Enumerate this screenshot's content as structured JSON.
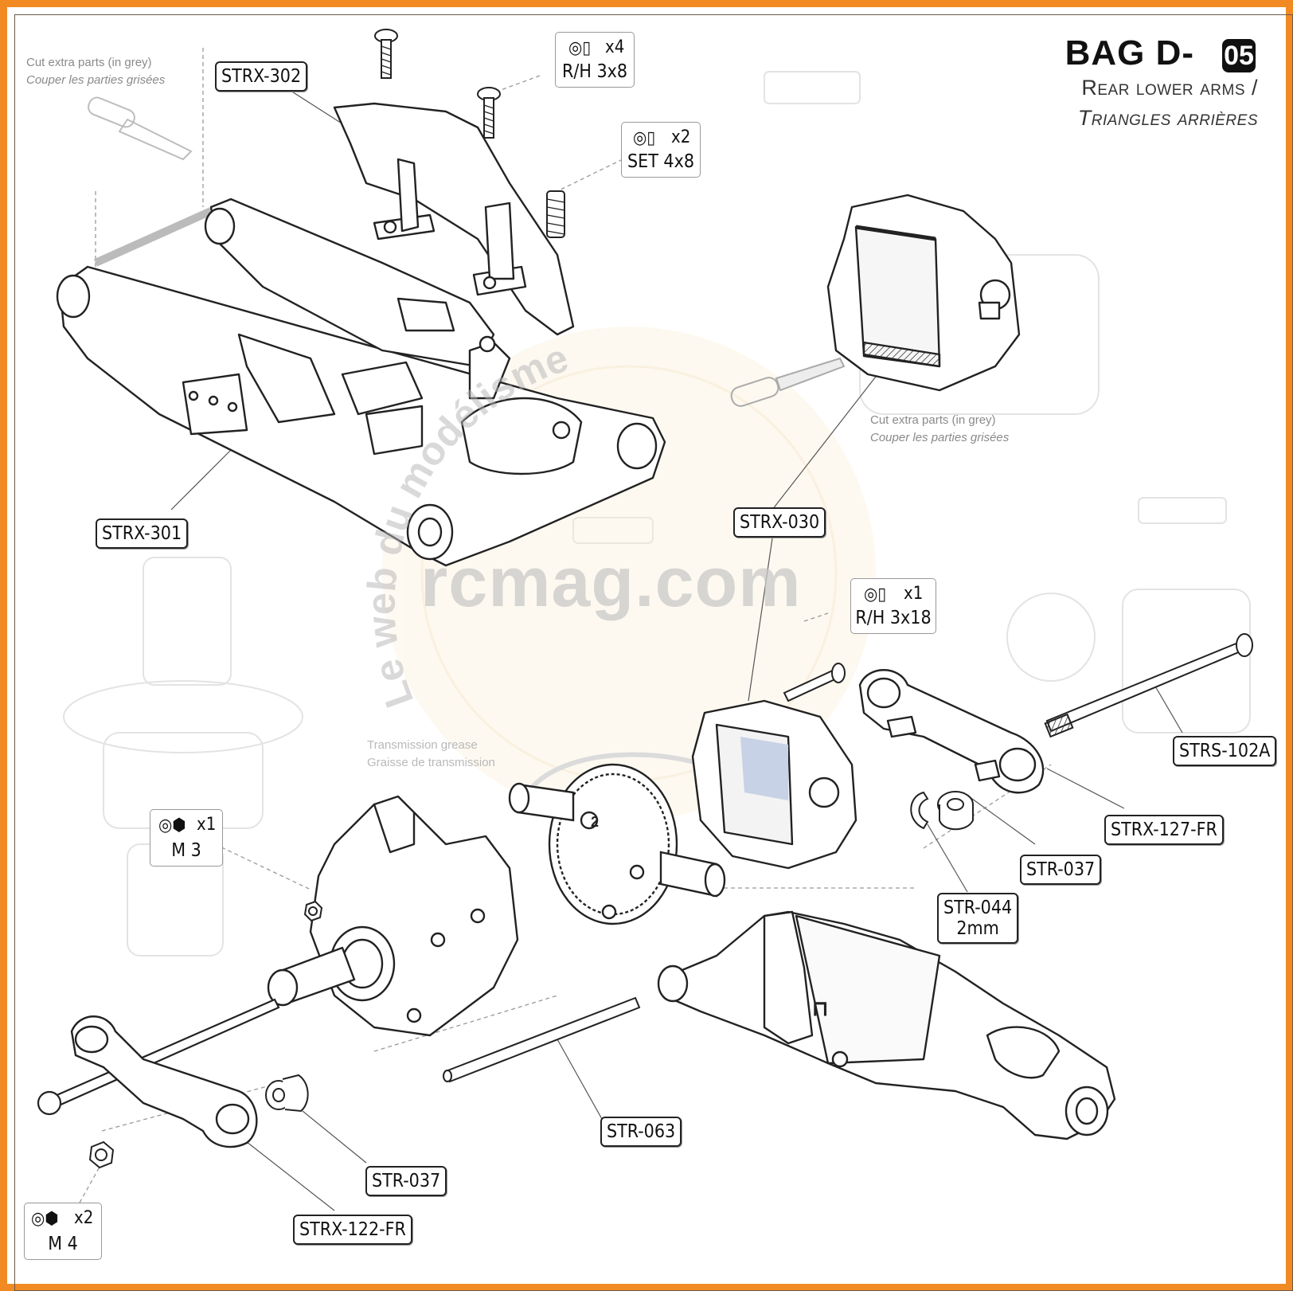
{
  "header": {
    "title": "BAG D-",
    "title_number": "05",
    "subtitle_en": "Rear lower arms /",
    "subtitle_fr": "Triangles arrières"
  },
  "notes": {
    "cut_top_en": "Cut extra parts (in grey)",
    "cut_top_fr": "Couper les parties grisées",
    "cut_mid_en": "Cut extra parts (in grey)",
    "cut_mid_fr": "Couper les parties grisées",
    "grease_en": "Transmission grease",
    "grease_fr": "Graisse de transmission"
  },
  "watermark": {
    "main": "rcmag.com",
    "arc": "Le web du modélisme"
  },
  "parts": {
    "strx302": "STRX-302",
    "strx301": "STRX-301",
    "strx030": "STRX-030",
    "strs102a": "STRS-102A",
    "strx127": "STRX-127-FR",
    "str037_right": "STR-037",
    "str044": "STR-044",
    "str044_size": "2mm",
    "str063": "STR-063",
    "str037_left": "STR-037",
    "strx122": "STRX-122-FR"
  },
  "hardware": {
    "rh3x8": {
      "qty": "x4",
      "spec": "R/H 3x8"
    },
    "set4x8": {
      "qty": "x2",
      "spec": "SET 4x8"
    },
    "rh3x18": {
      "qty": "x1",
      "spec": "R/H 3x18"
    },
    "m3": {
      "qty": "x1",
      "spec": "M 3"
    },
    "m4": {
      "qty": "x2",
      "spec": "M 4"
    }
  },
  "colors": {
    "frame": "#f18a22",
    "ink": "#222222",
    "watermark": "#c9c9c9",
    "highlight": "#c8d2e6"
  }
}
